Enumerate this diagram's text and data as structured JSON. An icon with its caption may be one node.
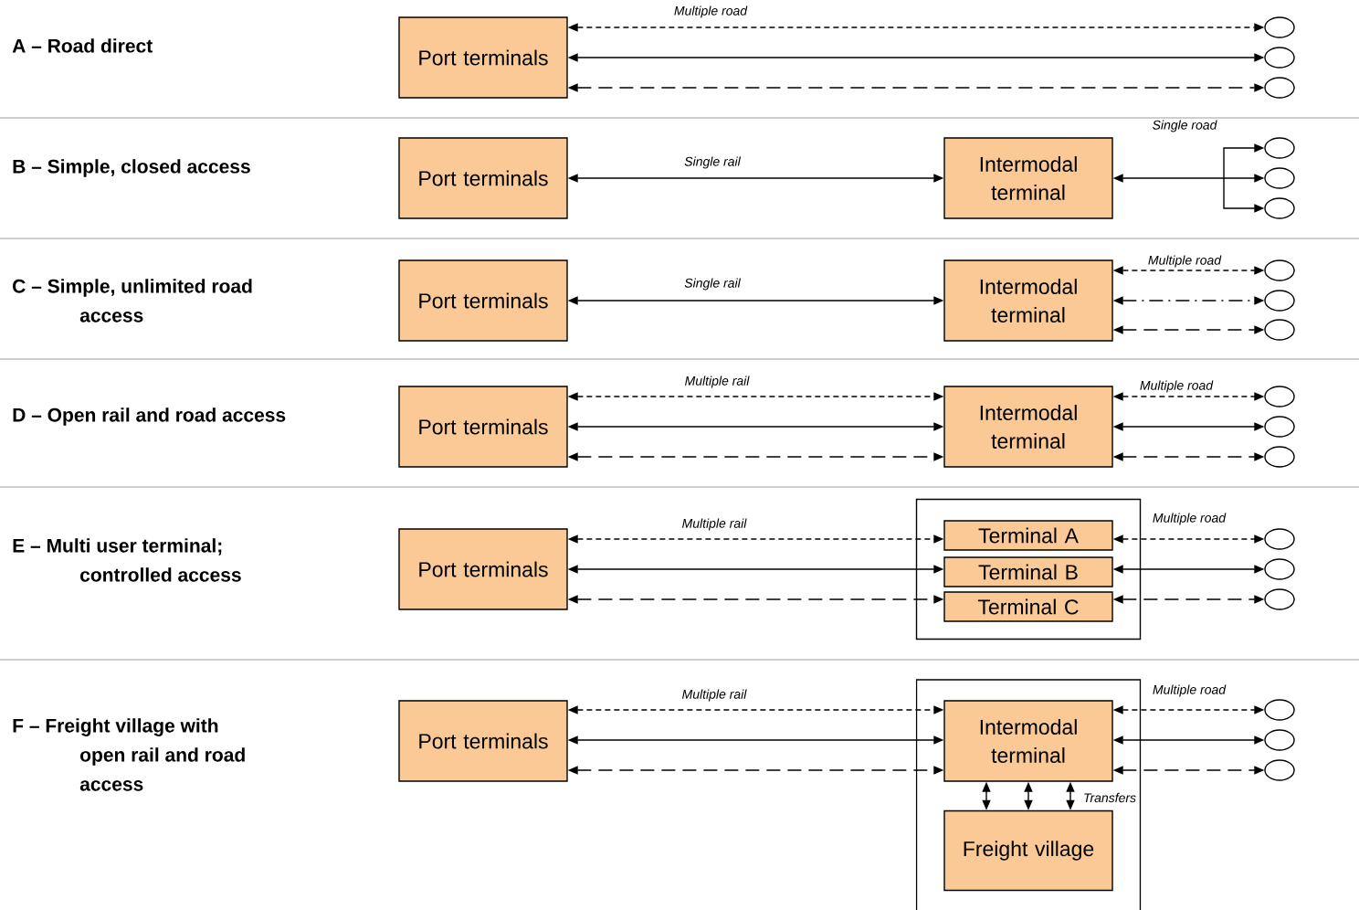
{
  "diagram": {
    "nodes": [
      {
        "text": [
          "Port terminals"
        ]
      },
      {
        "text": [],
        "shape": "ellipse"
      },
      {
        "text": [],
        "shape": "ellipse"
      },
      {
        "text": [],
        "shape": "ellipse"
      },
      {
        "text": [
          "Port terminals"
        ]
      },
      {
        "text": [
          "Intermodal terminal"
        ]
      },
      {
        "text": [],
        "shape": "ellipse"
      },
      {
        "text": [],
        "shape": "ellipse"
      },
      {
        "text": [],
        "shape": "ellipse"
      },
      {
        "text": [
          "Port terminals"
        ]
      },
      {
        "text": [
          "Intermodal terminal"
        ]
      },
      {
        "text": [],
        "shape": "ellipse"
      },
      {
        "text": [],
        "shape": "ellipse"
      },
      {
        "text": [],
        "shape": "ellipse"
      },
      {
        "text": [
          "Port terminals"
        ]
      },
      {
        "text": [
          "Intermodal terminal"
        ]
      },
      {
        "text": [],
        "shape": "ellipse"
      },
      {
        "text": [],
        "shape": "ellipse"
      },
      {
        "text": [],
        "shape": "ellipse"
      },
      {
        "text": [
          "Port terminals"
        ]
      },
      {
        "text": [],
        "shape": "box"
      },
      {
        "text": [
          "Terminal  A"
        ],
        "in": 20
      },
      {
        "text": [
          "Terminal  B"
        ],
        "in": 20
      },
      {
        "text": [
          "Terminal  C"
        ],
        "in": 20
      },
      {
        "text": [],
        "shape": "ellipse"
      },
      {
        "text": [],
        "shape": "ellipse"
      },
      {
        "text": [],
        "shape": "ellipse"
      },
      {
        "text": [
          "Port terminals"
        ]
      },
      {
        "text": [],
        "shape": "box"
      },
      {
        "text": [
          "Intermodal terminal"
        ],
        "in": 28
      },
      {
        "text": [
          "Freight village"
        ],
        "in": 28
      },
      {
        "text": [],
        "shape": "ellipse"
      },
      {
        "text": [],
        "shape": "ellipse"
      },
      {
        "text": [],
        "shape": "ellipse"
      }
    ],
    "edges": [
      {
        "from": 0,
        "to": 1,
        "arrow": "both",
        "style": "dashed",
        "label": "Multiple road"
      },
      {
        "from": 0,
        "to": 2,
        "arrow": "both"
      },
      {
        "from": 0,
        "to": 3,
        "arrow": "both",
        "style": "dashed"
      },
      {
        "from": 4,
        "to": 5,
        "arrow": "both",
        "label": "Single rail"
      },
      {
        "from": 5,
        "to": 6,
        "arrow": "both",
        "label": "Single road"
      },
      {
        "from": 5,
        "to": 7,
        "arrow": "both"
      },
      {
        "from": 5,
        "to": 8,
        "arrow": "both"
      },
      {
        "from": 9,
        "to": 10,
        "arrow": "both",
        "label": "Single rail"
      },
      {
        "from": 10,
        "to": 11,
        "arrow": "both",
        "style": "dashed",
        "label": "Multiple road"
      },
      {
        "from": 10,
        "to": 12,
        "arrow": "both",
        "style": "dashed"
      },
      {
        "from": 10,
        "to": 13,
        "arrow": "both",
        "style": "dashed"
      },
      {
        "from": 14,
        "to": 15,
        "arrow": "both",
        "style": "dashed",
        "label": "Multiple rail"
      },
      {
        "from": 14,
        "to": 15,
        "arrow": "both"
      },
      {
        "from": 14,
        "to": 15,
        "arrow": "both",
        "style": "dashed"
      },
      {
        "from": 15,
        "to": 16,
        "arrow": "both",
        "style": "dashed",
        "label": "Multiple road"
      },
      {
        "from": 15,
        "to": 17,
        "arrow": "both"
      },
      {
        "from": 15,
        "to": 18,
        "arrow": "both",
        "style": "dashed"
      },
      {
        "from": 19,
        "to": 21,
        "arrow": "both",
        "style": "dashed",
        "label": "Multiple rail"
      },
      {
        "from": 19,
        "to": 22,
        "arrow": "both"
      },
      {
        "from": 19,
        "to": 23,
        "arrow": "both",
        "style": "dashed"
      },
      {
        "from": 21,
        "to": 24,
        "arrow": "both",
        "style": "dashed",
        "label": "Multiple road"
      },
      {
        "from": 22,
        "to": 25,
        "arrow": "both"
      },
      {
        "from": 23,
        "to": 26,
        "arrow": "both",
        "style": "dashed"
      },
      {
        "from": 27,
        "to": 29,
        "arrow": "both",
        "style": "dashed",
        "label": "Multiple rail"
      },
      {
        "from": 27,
        "to": 29,
        "arrow": "both"
      },
      {
        "from": 27,
        "to": 29,
        "arrow": "both",
        "style": "dashed"
      },
      {
        "from": 29,
        "to": 31,
        "arrow": "both",
        "style": "dashed",
        "label": "Multiple road"
      },
      {
        "from": 29,
        "to": 32,
        "arrow": "both"
      },
      {
        "from": 29,
        "to": 33,
        "arrow": "both",
        "style": "dashed"
      },
      {
        "from": 29,
        "to": 30,
        "arrow": "both"
      },
      {
        "from": 29,
        "to": 30,
        "arrow": "both"
      },
      {
        "from": 29,
        "to": 30,
        "arrow": "both",
        "label": "Transfers"
      }
    ],
    "labels": [
      "A – Road direct",
      "B – Simple, closed access",
      "C – Simple, unlimited road access",
      "D – Open rail and road access",
      "E – Multi user terminal; controlled access",
      "F – Freight village with open rail and road access"
    ]
  }
}
